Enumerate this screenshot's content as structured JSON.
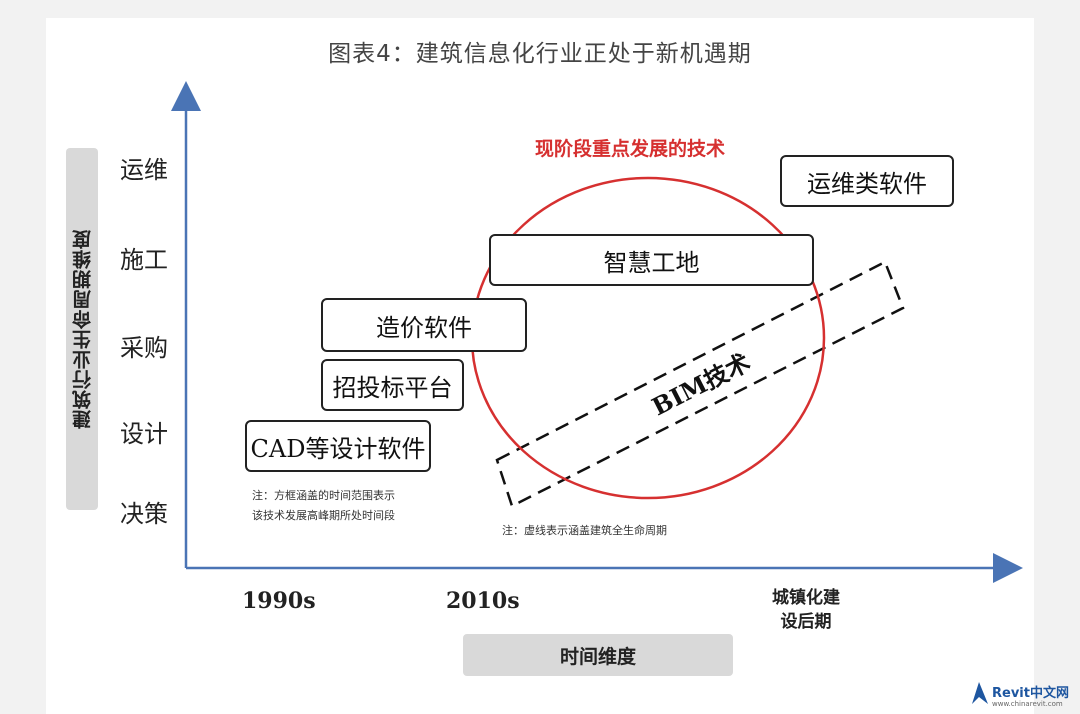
{
  "title": "图表4：建筑信息化行业正处于新机遇期",
  "y_axis_label": "建筑行业生命周期维度",
  "x_axis_label": "时间维度",
  "stages": [
    "运维",
    "施工",
    "采购",
    "设计",
    "决策"
  ],
  "x_ticks": [
    "1990s",
    "2010s"
  ],
  "x_tick_late": "城镇化建设后期",
  "highlight_label": "现阶段重点发展的技术",
  "boxes": {
    "ops_software": "运维类软件",
    "smart_site": "智慧工地",
    "cost_software": "造价软件",
    "bidding_platform": "招投标平台",
    "cad_software": "CAD等设计软件",
    "bim": "BIM技术"
  },
  "notes": {
    "left_line1": "注：方框涵盖的时间范围表示",
    "left_line2": "该技术发展高峰期所处时间段",
    "right": "注：虚线表示涵盖建筑全生命周期"
  },
  "watermark": {
    "brand": "Revit中文网",
    "url": "www.chinarevit.com"
  },
  "colors": {
    "highlight": "#d63030",
    "axis": "#4a74b5",
    "label_bg": "#d9d9d9"
  }
}
